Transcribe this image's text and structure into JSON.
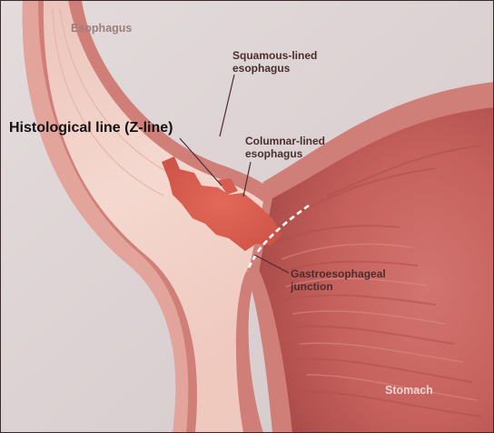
{
  "labels": {
    "esophagus": "Esophagus",
    "squamous_line1": "Squamous-lined",
    "squamous_line2": "esophagus",
    "z_line": "Histological line (Z-line)",
    "columnar_line1": "Columnar-lined",
    "columnar_line2": "esophagus",
    "gej_line1": "Gastroesophageal",
    "gej_line2": "junction",
    "stomach": "Stomach"
  },
  "colors": {
    "background": "#ddd3d4",
    "esophagus_wall": "#cf7f78",
    "esophagus_lumen": "#f0cfc6",
    "columnar_patch": "#d9574b",
    "stomach_mucosa": "#c65f5b",
    "frame": "#3a2a2a"
  }
}
